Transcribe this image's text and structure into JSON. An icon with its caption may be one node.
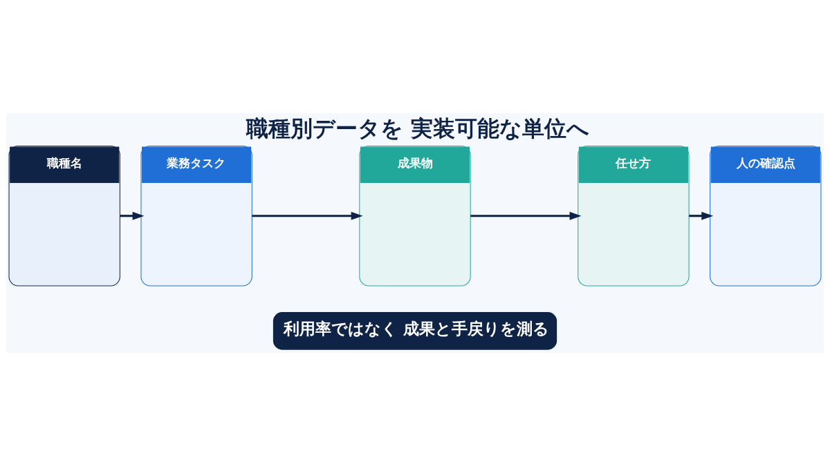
{
  "diagram": {
    "title": "職種別データを 実装可能な単位へ",
    "nodes": [
      {
        "text": [
          "職種名"
        ]
      },
      {
        "text": [
          "業務タスク"
        ]
      },
      {
        "text": [
          "成果物"
        ]
      },
      {
        "text": [
          "任せ方"
        ]
      },
      {
        "text": [
          "人の確認点"
        ]
      }
    ],
    "edges": [
      {
        "from": 0,
        "to": 1,
        "arrow": "to"
      },
      {
        "from": 1,
        "to": 2,
        "arrow": "to"
      },
      {
        "from": 2,
        "to": 3,
        "arrow": "to"
      },
      {
        "from": 3,
        "to": 4,
        "arrow": "to"
      }
    ],
    "labels": [
      "利用率ではなく 成果と手戻りを測る"
    ]
  }
}
